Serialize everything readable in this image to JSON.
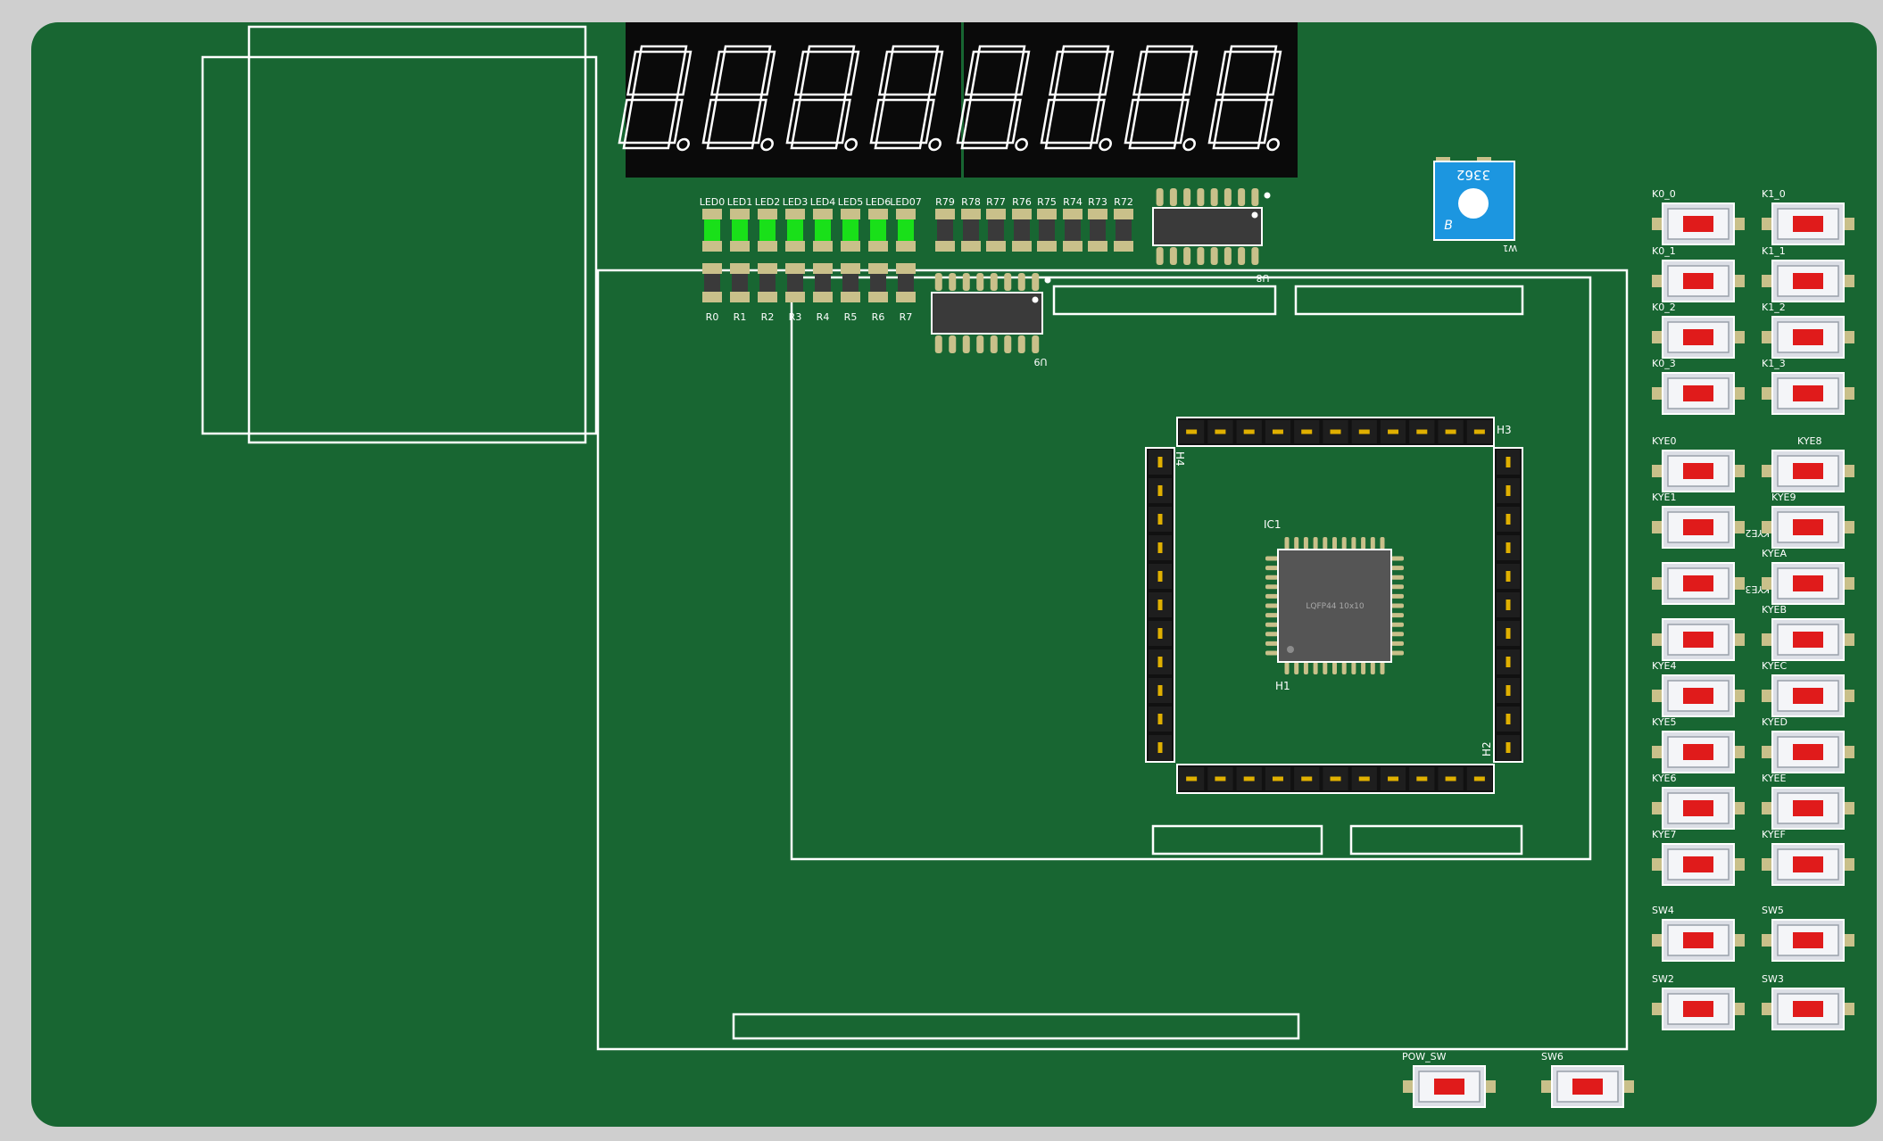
{
  "colors": {
    "background": "#cfcfcf",
    "board": "#186632",
    "silkscreen": "#ffffff",
    "display_bg": "#0a0a0a",
    "led_on": "#19e019",
    "pad": "#c9c08a",
    "button_red": "#e01b1b",
    "button_body": "#dcdfe6",
    "ic_body": "#3a3a3a",
    "pin_gold": "#e0b000",
    "pot_blue": "#1c96e0"
  },
  "leds": [
    "LED0",
    "LED1",
    "LED2",
    "LED3",
    "LED4",
    "LED5",
    "LED6",
    "LED07"
  ],
  "led_resistors": [
    "R0",
    "R1",
    "R2",
    "R3",
    "R4",
    "R5",
    "R6",
    "R7"
  ],
  "segment_resistors": [
    "R79",
    "R78",
    "R77",
    "R76",
    "R75",
    "R74",
    "R73",
    "R72"
  ],
  "ic_labels": {
    "u9": "U9",
    "u8": "U8",
    "ic1": "IC1",
    "ic1_marking": "LQFP44 10x10",
    "potentiometer": "W1",
    "pot_marking": "3362",
    "pot_mark_b": "B"
  },
  "headers": {
    "h1": "H1",
    "h2": "H2",
    "h3": "H3",
    "h4": "H4"
  },
  "buttons_col1": [
    "K0_0",
    "K0_1",
    "K0_2",
    "K0_3",
    "KYE0",
    "KYE1",
    "KYE2",
    "KYE3",
    "KYE4",
    "KYE5",
    "KYE6",
    "KYE7",
    "SW4",
    "SW2"
  ],
  "buttons_col2": [
    "K1_0",
    "K1_1",
    "K1_2",
    "K1_3",
    "KYE8",
    "KYE9",
    "KYEA",
    "KYEB",
    "KYEC",
    "KYED",
    "KYEE",
    "KYEF",
    "SW5",
    "SW3"
  ],
  "buttons_bottom": [
    "POW_SW",
    "SW6"
  ]
}
